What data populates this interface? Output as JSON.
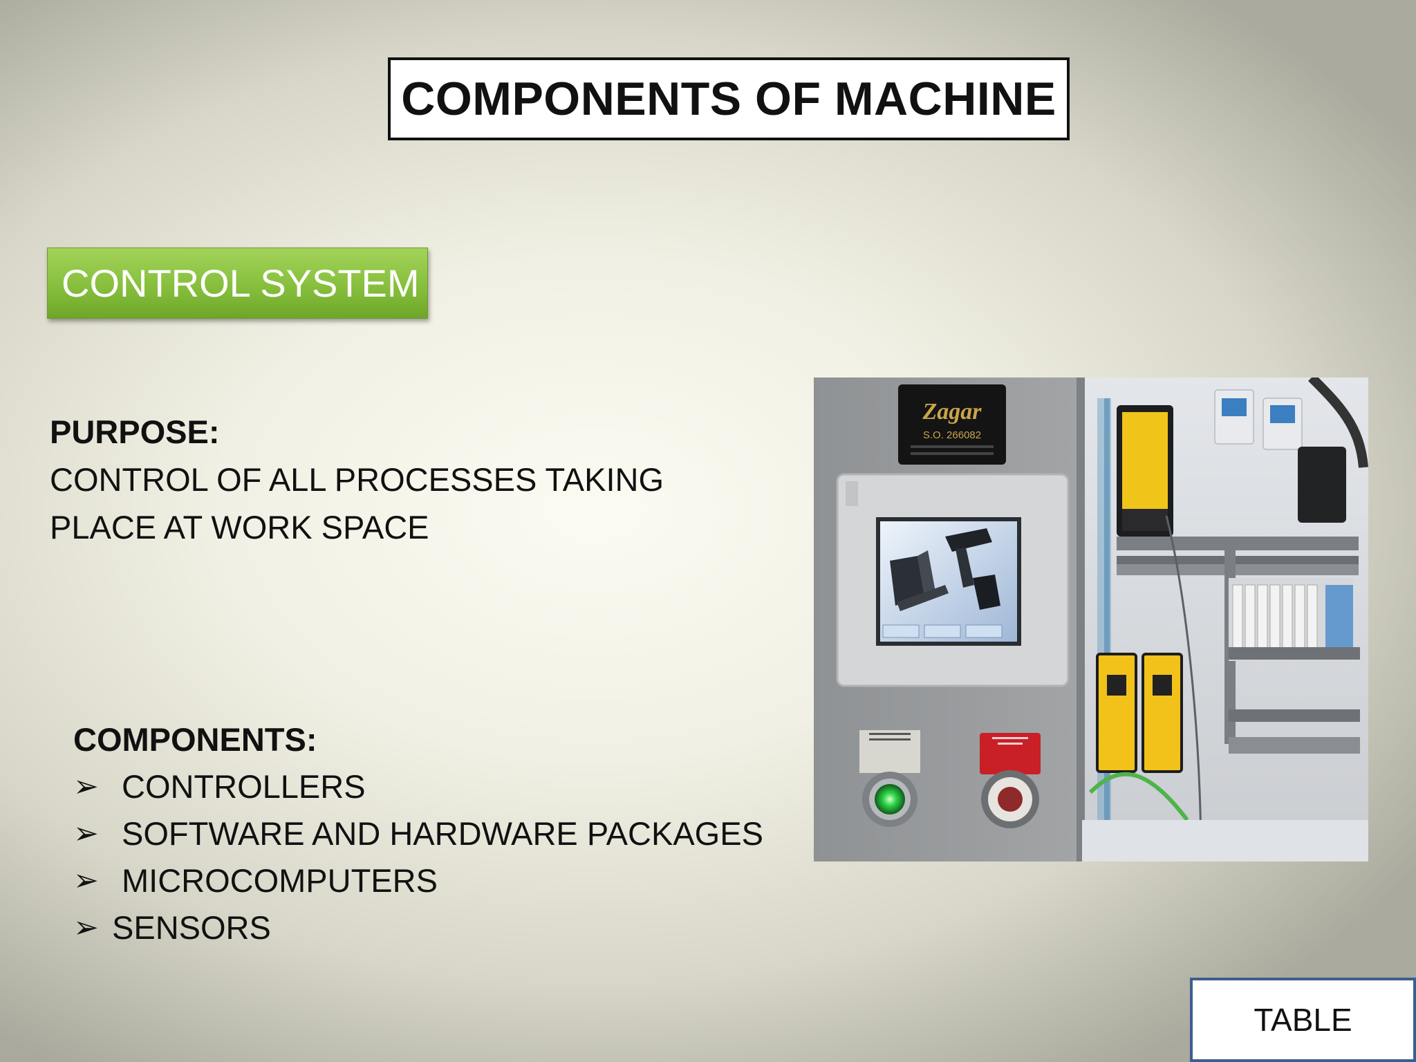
{
  "slide": {
    "title": "COMPONENTS OF MACHINE",
    "section_button": "CONTROL SYSTEM",
    "purpose": {
      "heading": "PURPOSE:",
      "lines": [
        "CONTROL OF ALL PROCESSES TAKING",
        "PLACE AT WORK SPACE"
      ]
    },
    "components": {
      "heading": "COMPONENTS:",
      "items": [
        "CONTROLLERS",
        "SOFTWARE AND HARDWARE PACKAGES",
        "MICROCOMPUTERS",
        "SENSORS"
      ]
    },
    "photo": {
      "plate_brand": "Zagar",
      "plate_number": "S.O. 266082"
    },
    "nav_button": "TABLE"
  },
  "colors": {
    "green_button": "#87bf3d",
    "nav_border": "#3b5f8e"
  }
}
